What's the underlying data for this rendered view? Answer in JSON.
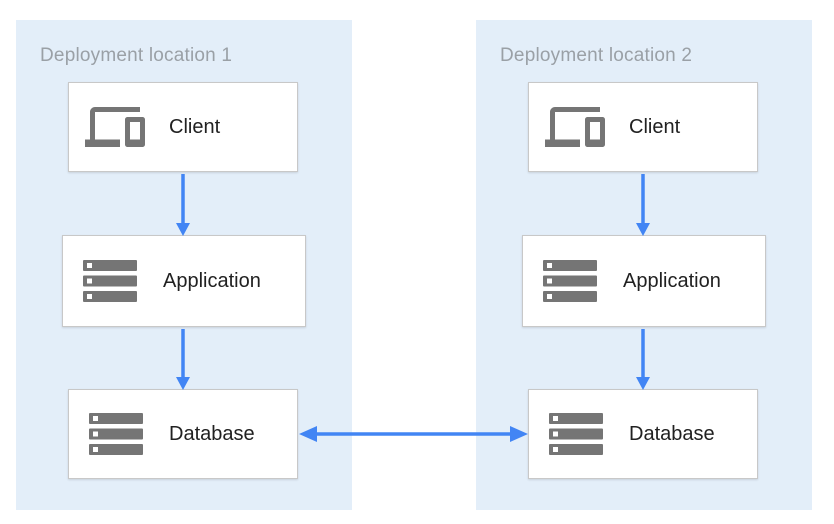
{
  "colors": {
    "panel_background": "#E3EEF9",
    "arrow_blue": "#4285F4",
    "icon_gray": "#757575",
    "title_gray": "#9AA0A6",
    "label_text": "#212121",
    "box_border": "#C8C8C8",
    "box_background": "#FFFFFF"
  },
  "diagram": {
    "panels": [
      {
        "title": "Deployment location 1",
        "nodes": [
          {
            "label": "Client",
            "icon": "devices-icon"
          },
          {
            "label": "Application",
            "icon": "server-stack-icon"
          },
          {
            "label": "Database",
            "icon": "server-stack-icon"
          }
        ]
      },
      {
        "title": "Deployment location 2",
        "nodes": [
          {
            "label": "Client",
            "icon": "devices-icon"
          },
          {
            "label": "Application",
            "icon": "server-stack-icon"
          },
          {
            "label": "Database",
            "icon": "server-stack-icon"
          }
        ]
      }
    ],
    "connections": [
      {
        "from": "client-1",
        "to": "application-1",
        "type": "arrow-down"
      },
      {
        "from": "application-1",
        "to": "database-1",
        "type": "arrow-down"
      },
      {
        "from": "client-2",
        "to": "application-2",
        "type": "arrow-down"
      },
      {
        "from": "application-2",
        "to": "database-2",
        "type": "arrow-down"
      },
      {
        "from": "database-1",
        "to": "database-2",
        "type": "arrow-bidirectional"
      }
    ]
  }
}
